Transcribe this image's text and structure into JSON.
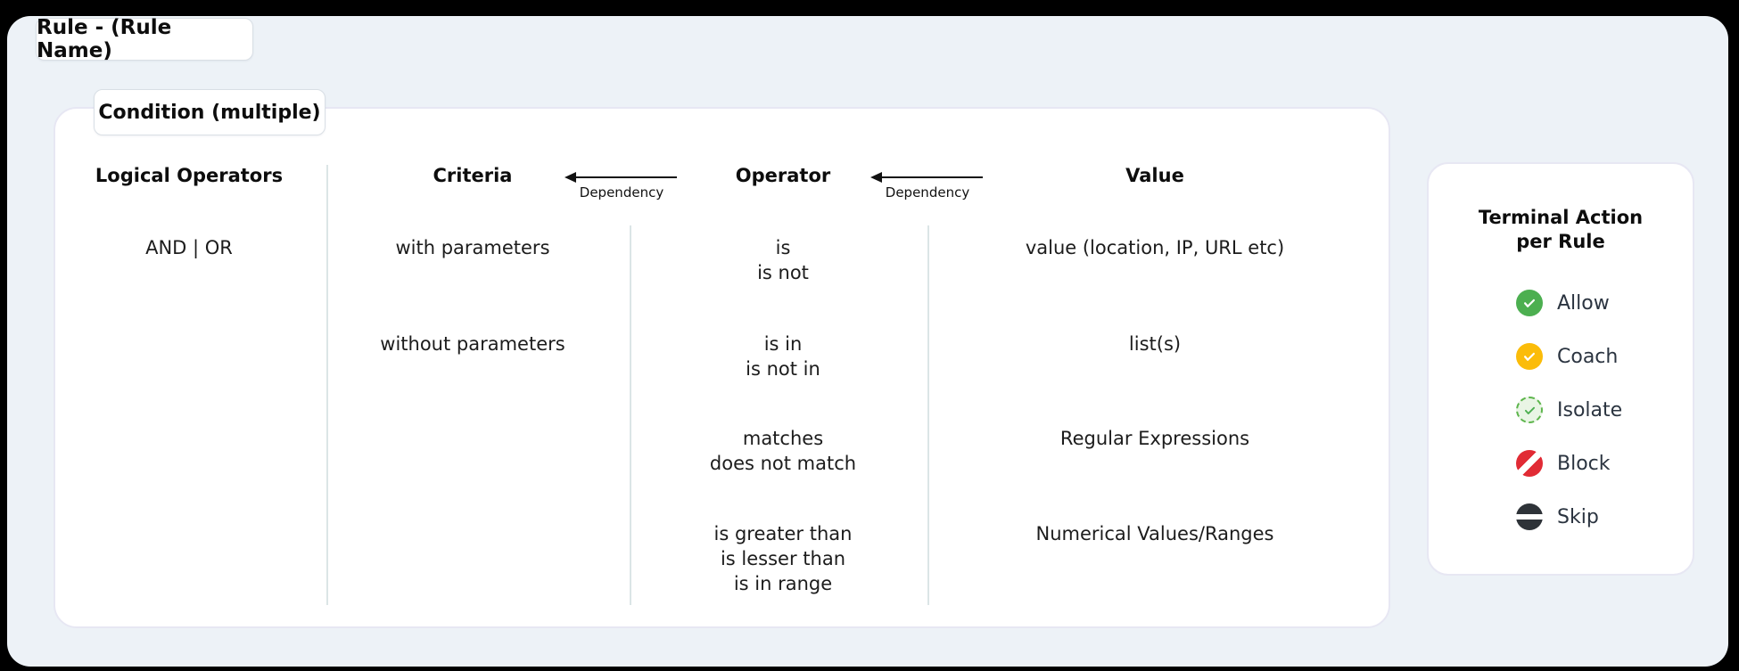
{
  "rule_label": "Rule - (Rule Name)",
  "condition": {
    "label": "Condition (multiple)",
    "columns": [
      "Logical Operators",
      "Criteria",
      "Operator",
      "Value"
    ],
    "dependency_label": "Dependency",
    "logical_operators": [
      "AND | OR"
    ],
    "criteria": [
      "with parameters",
      "without parameters"
    ],
    "operators": [
      "is\nis not",
      "is in\nis not in",
      "matches\ndoes not match",
      "is greater than\nis lesser than\nis in range"
    ],
    "values": [
      "value (location, IP, URL etc)",
      "list(s)",
      "Regular Expressions",
      "Numerical Values/Ranges"
    ]
  },
  "terminal": {
    "title": "Terminal Action\nper Rule",
    "items": [
      {
        "label": "Allow",
        "icon": "check-circle-green-icon"
      },
      {
        "label": "Coach",
        "icon": "check-circle-amber-icon"
      },
      {
        "label": "Isolate",
        "icon": "check-circle-dashed-green-icon"
      },
      {
        "label": "Block",
        "icon": "slash-circle-red-icon"
      },
      {
        "label": "Skip",
        "icon": "minus-circle-dark-icon"
      }
    ]
  },
  "colors": {
    "canvas-bg": "#edf2f7",
    "panel-border": "#e7e7f3",
    "divider": "#dbe5e6",
    "allow": "#4caf50",
    "coach": "#fbbc09",
    "isolate": "#5db54c",
    "isolate-bg": "#e9f5e5",
    "block": "#e12b35",
    "skip": "#2e3338"
  }
}
